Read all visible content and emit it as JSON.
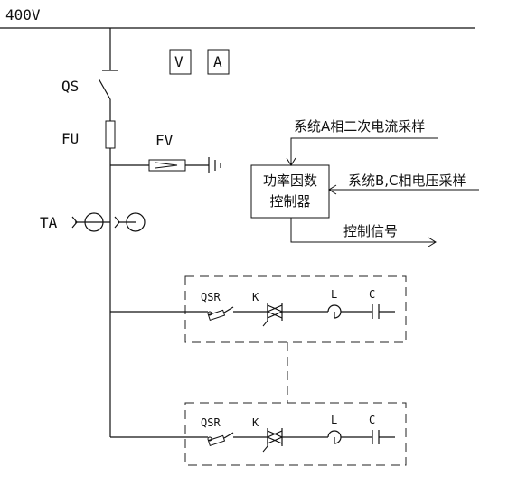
{
  "bus_label": "400V",
  "meter_voltage": "V",
  "meter_current": "A",
  "switch_label": "QS",
  "fuse_label": "FU",
  "arrester_label": "FV",
  "ct_label": "TA",
  "controller": {
    "line1": "功率因数",
    "line2": "控制器"
  },
  "signal_a_current": "系统A相二次电流采样",
  "signal_bc_voltage": "系统B,C相电压采样",
  "control_signal": "控制信号",
  "branch_top": {
    "breaker": "QSR",
    "thyristor": "K",
    "inductor": "L",
    "capacitor": "C"
  },
  "branch_bottom": {
    "breaker": "QSR",
    "thyristor": "K",
    "inductor": "L",
    "capacitor": "C"
  }
}
